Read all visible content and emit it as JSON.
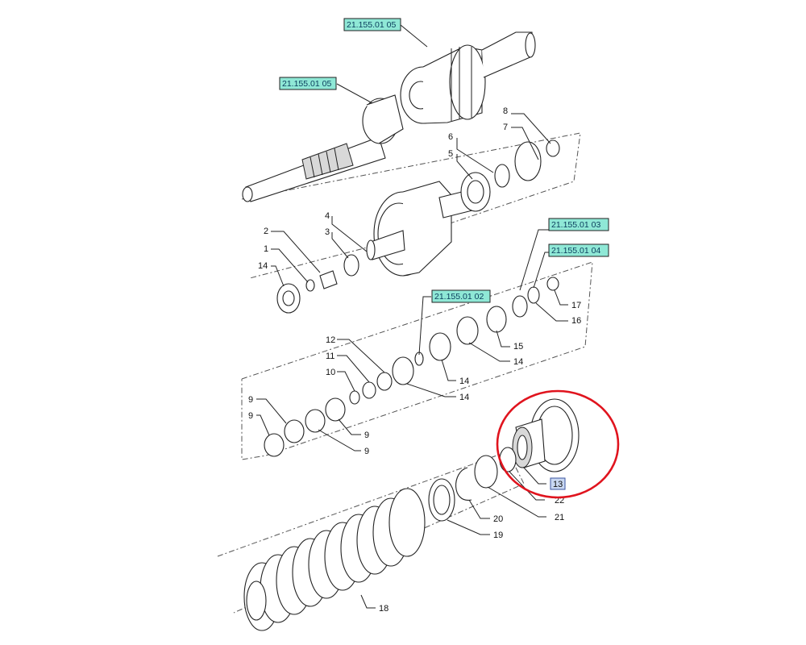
{
  "refs": {
    "ref_top": "21.155.01 05",
    "ref_shaft": "21.155.01 05",
    "ref_03": "21.155.01 03",
    "ref_04": "21.155.01 04",
    "ref_02": "21.155.01 02"
  },
  "labels": {
    "p1": "1",
    "p2": "2",
    "p3": "3",
    "p4": "4",
    "p5": "5",
    "p6": "6",
    "p7": "7",
    "p8": "8",
    "p9a": "9",
    "p9b": "9",
    "p9c": "9",
    "p9d": "9",
    "p10": "10",
    "p11": "11",
    "p12": "12",
    "p13": "13",
    "p14a": "14",
    "p14b": "14",
    "p14c": "14",
    "p14d": "14",
    "p15": "15",
    "p16": "16",
    "p17": "17",
    "p18": "18",
    "p19": "19",
    "p20": "20",
    "p21": "21",
    "p22": "22"
  },
  "highlight_color": "#e0141e"
}
